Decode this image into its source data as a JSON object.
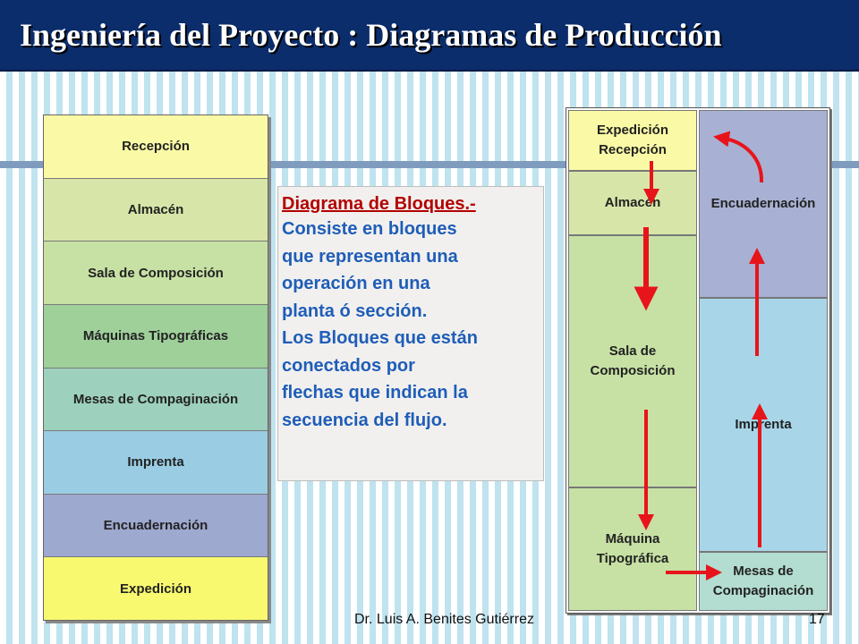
{
  "title": "Ingeniería del Proyecto : Diagramas de Producción",
  "left_blocks": [
    {
      "label": "Recepción",
      "color": "#fafaa6"
    },
    {
      "label": "Almacén",
      "color": "#d7e6a8"
    },
    {
      "label": "Sala de Composición",
      "color": "#c7e1a4"
    },
    {
      "label": "Máquinas Tipográficas",
      "color": "#9fd09a"
    },
    {
      "label": "Mesas de Compaginación",
      "color": "#9dd0bd"
    },
    {
      "label": "Imprenta",
      "color": "#9acde3"
    },
    {
      "label": "Encuadernación",
      "color": "#9ea9cf"
    },
    {
      "label": "Expedición",
      "color": "#f9f970"
    }
  ],
  "description": {
    "heading": "Diagrama de Bloques.-",
    "lines": [
      "Consiste en bloques",
      "que representan una",
      "operación en una",
      "planta ó sección.",
      "Los Bloques que están",
      "conectados por",
      "flechas que indican la",
      "secuencia del flujo."
    ]
  },
  "flow_diagram": {
    "expedicion_recepcion": [
      "Expedición",
      "Recepción"
    ],
    "almacen": "Almacén",
    "sala_composicion": [
      "Sala de",
      "Composición"
    ],
    "maquina_tipografica": [
      "Máquina",
      "Tipográfica"
    ],
    "encuadernacion": "Encuadernación",
    "imprenta": "Imprenta",
    "mesas_compaginacion": [
      "Mesas de",
      "Compaginación"
    ],
    "arrow_color": "#e8141b"
  },
  "footer": {
    "author": "Dr. Luis A. Benites Gutiérrez",
    "page": "17"
  }
}
